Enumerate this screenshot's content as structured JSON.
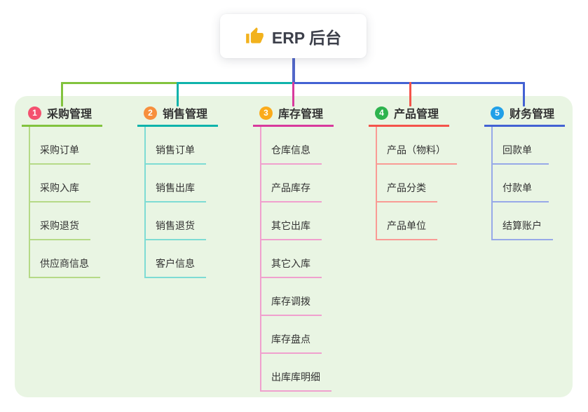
{
  "root": {
    "icon": "thumbs-up-icon",
    "title": "ERP 后台"
  },
  "colors": {
    "page_bg": "#ffffff",
    "panel_bg": "#e9f5e3",
    "stem": "#5267c9",
    "node_text": "#333333",
    "thumb_icon": "#f2b21d"
  },
  "branches": [
    {
      "num": "1",
      "title": "采购管理",
      "badge_color": "#f4516f",
      "line_color": "#82c33e",
      "light_color": "#b5da87",
      "items": [
        "采购订单",
        "采购入库",
        "采购退货",
        "供应商信息"
      ]
    },
    {
      "num": "2",
      "title": "销售管理",
      "badge_color": "#f78f3d",
      "line_color": "#0fb3ab",
      "light_color": "#7edcd4",
      "items": [
        "销售订单",
        "销售出库",
        "销售退货",
        "客户信息"
      ]
    },
    {
      "num": "3",
      "title": "库存管理",
      "badge_color": "#fbab1b",
      "line_color": "#d83a9d",
      "light_color": "#f0a0ce",
      "items": [
        "仓库信息",
        "产品库存",
        "其它出库",
        "其它入库",
        "库存调拨",
        "库存盘点",
        "出库库明细"
      ]
    },
    {
      "num": "4",
      "title": "产品管理",
      "badge_color": "#2db34e",
      "line_color": "#f4544b",
      "light_color": "#f99b95",
      "items": [
        "产品（物料）",
        "产品分类",
        "产品单位"
      ]
    },
    {
      "num": "5",
      "title": "财务管理",
      "badge_color": "#21a0e8",
      "line_color": "#4362d3",
      "light_color": "#97a9e8",
      "items": [
        "回款单",
        "付款单",
        "结算账户"
      ]
    }
  ]
}
